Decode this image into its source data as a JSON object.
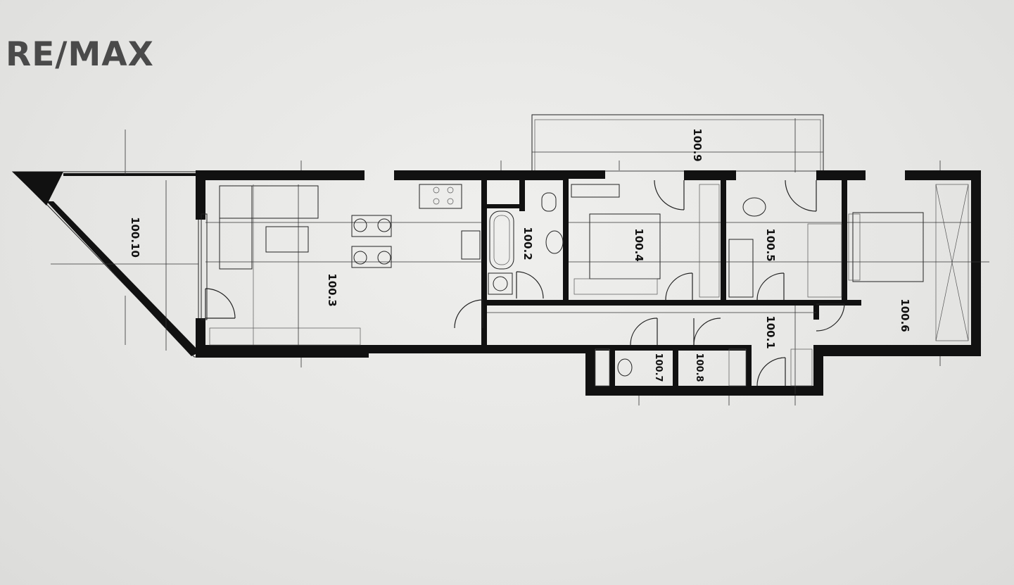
{
  "brand": {
    "logo_text": "RE/MAX"
  },
  "rooms": {
    "r100_1": "100.1",
    "r100_2": "100.2",
    "r100_3": "100.3",
    "r100_4": "100.4",
    "r100_5": "100.5",
    "r100_6": "100.6",
    "r100_7": "100.7",
    "r100_8": "100.8",
    "r100_9": "100.9",
    "r100_10": "100.10"
  }
}
